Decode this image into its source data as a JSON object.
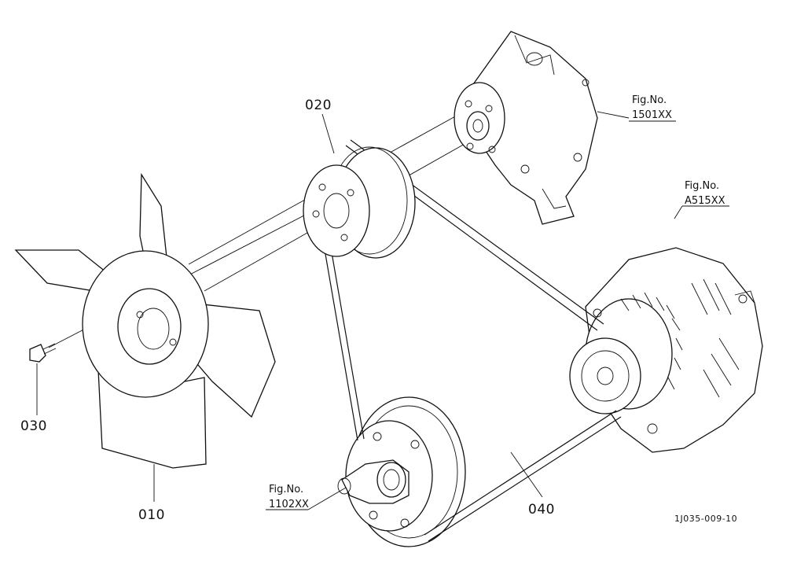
{
  "labels": {
    "fan": "010",
    "pulley": "020",
    "bolt": "030",
    "belt": "040"
  },
  "figure_refs": {
    "water_pump": [
      "Fig.No.",
      "1501XX"
    ],
    "alternator": [
      "Fig.No.",
      "A515XX"
    ],
    "crankshaft": [
      "Fig.No.",
      "1102XX"
    ]
  },
  "drawing_code": "1J035-009-10"
}
